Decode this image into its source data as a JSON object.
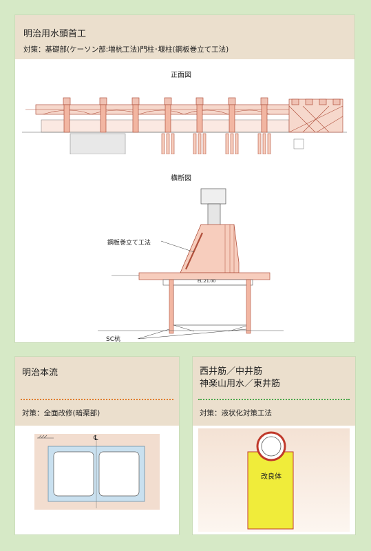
{
  "top": {
    "title": "明治用水頭首工",
    "measure": "対策：基礎部(ケーソン部:増杭工法)門柱･堰柱(鋼板巻立て工法)",
    "front_label": "正面図",
    "section_label": "横断図",
    "steel_label": "鋼板巻立て工法",
    "pile_label": "SC杭",
    "el_label": "EL.21.00"
  },
  "left": {
    "title": "明治本流",
    "measure": "対策：全面改修(暗渠部)",
    "centerline": "℄"
  },
  "right": {
    "title_line1": "西井筋／中井筋",
    "title_line2": "神楽山用水／東井筋",
    "measure": "対策：液状化対策工法",
    "body_label": "改良体"
  },
  "colors": {
    "background": "#d6e9c6",
    "header": "#ebdfcd",
    "accent_red": "#c0392b",
    "orange_dots": "#e07b2a",
    "green_dots": "#4aa84a",
    "improved_body": "#f0ec3a"
  }
}
